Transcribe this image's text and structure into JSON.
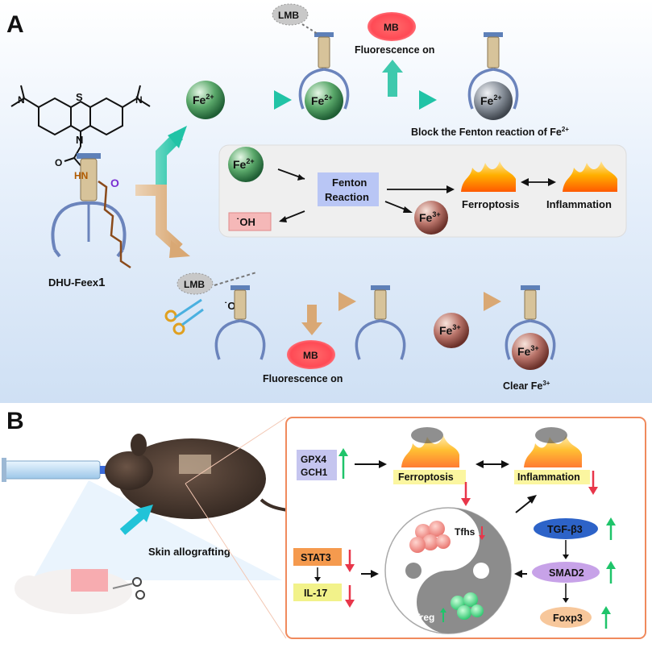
{
  "panel_a": {
    "label": "A",
    "molecule_name": "DHU-Feex",
    "molecule_number": "1",
    "atom_s": "S",
    "atom_n_ring": "N",
    "atom_o_carbonyl": "O",
    "atom_o_ester": "O",
    "atom_hn": "HN",
    "atom_o_amide": "O",
    "fe2_badge": "Fe",
    "fe2_charge": "2+",
    "fe3_badge": "Fe",
    "fe3_charge": "3+",
    "lmb_label": "LMB",
    "mb_label": "MB",
    "fluorescence_top": "Fluorescence on",
    "fluorescence_bottom": "Fluorescence on",
    "block_text_prefix": "Block the Fenton reaction of Fe",
    "block_text_sup": "2+",
    "fenton_line1": "Fenton",
    "fenton_line2": "Reaction",
    "oh_radical": "˙OH",
    "oh_label": "˙OH",
    "ferroptosis": "Ferroptosis",
    "inflammation": "Inflammation",
    "clear_text_prefix": "Clear Fe",
    "clear_text_sup": "3+"
  },
  "panel_b": {
    "label": "B",
    "skin_allografting": "Skin allografting",
    "gpx4": "GPX4",
    "gch1": "GCH1",
    "ferroptosis": "Ferroptosis",
    "inflammation": "Inflammation",
    "stat3": "STAT3",
    "il17": "IL-17",
    "tfhs": "Tfhs",
    "treg": "Treg",
    "tgfb3": "TGF-β3",
    "smad2": "SMAD2",
    "foxp3": "Foxp3"
  },
  "colors": {
    "panel_a_bg": "#dbe8f7",
    "teal_arrow": "#2fc9ad",
    "tan_arrow": "#e0b78a",
    "red_down": "#e8364a",
    "green_up": "#1fc46a",
    "orange_border": "#f08a5d",
    "fenton_box": "#b9c6f5",
    "stat3_box": "#f59a4e",
    "il17_box": "#f2f28a",
    "tgf_box": "#2d63c8",
    "smad2_box": "#c7a2e8",
    "foxp3_box": "#f7c79b",
    "gpx4_box": "#c5c5ef",
    "ferro_label_bg": "#fbf6a0"
  }
}
